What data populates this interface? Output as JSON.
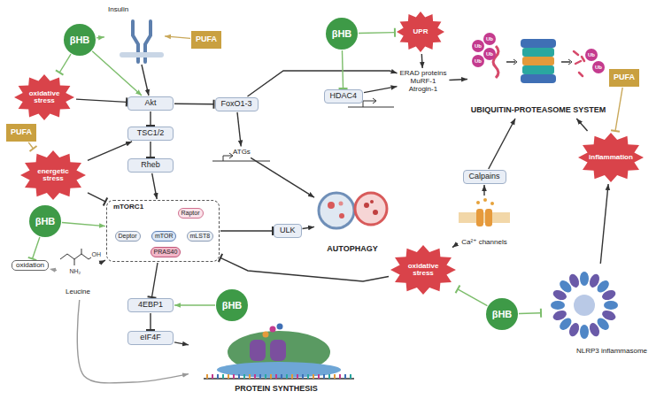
{
  "diagram": {
    "nodes": [
      {
        "text": [
          "βHB"
        ]
      },
      {
        "text": [
          "Insulin"
        ]
      },
      {
        "text": [
          "PUFA"
        ]
      },
      {
        "text": [
          "βHB"
        ]
      },
      {
        "text": [
          "UPR"
        ]
      },
      {
        "text": [
          "ERAD proteins",
          "MuRF-1",
          "Atrogin-1"
        ]
      },
      {
        "text": [
          "HDAC4"
        ]
      },
      {
        "text": [
          "oxidative stress"
        ]
      },
      {
        "text": [
          "Akt"
        ]
      },
      {
        "text": [
          "FoxO1-3"
        ]
      },
      {
        "text": [
          "UBIQUITIN-PROTEASOME SYSTEM"
        ]
      },
      {
        "text": [
          "PUFA"
        ]
      },
      {
        "text": [
          "TSC1/2"
        ]
      },
      {
        "text": [
          "PUFA"
        ]
      },
      {
        "text": [
          "inflammation"
        ]
      },
      {
        "text": [
          "ATGs"
        ]
      },
      {
        "text": [
          "energetic stress"
        ]
      },
      {
        "text": [
          "Rheb"
        ]
      },
      {
        "text": [
          "Calpains"
        ]
      },
      {
        "text": [
          "βHB"
        ]
      },
      {
        "text": [
          "mTORC1"
        ]
      },
      {
        "text": [
          "Raptor"
        ],
        "in": 20
      },
      {
        "text": [
          "Deptor"
        ],
        "in": 20
      },
      {
        "text": [
          "mTOR"
        ],
        "in": 20
      },
      {
        "text": [
          "mLST8"
        ],
        "in": 20
      },
      {
        "text": [
          "PRAS40"
        ],
        "in": 20
      },
      {
        "text": [
          "ULK"
        ]
      },
      {
        "text": [
          "AUTOPHAGY"
        ]
      },
      {
        "text": [
          "Ca²⁺ channels"
        ]
      },
      {
        "text": [
          "oxidative stress"
        ]
      },
      {
        "text": [
          "oxidation"
        ]
      },
      {
        "text": [
          "Leucine"
        ]
      },
      {
        "text": [
          "4EBP1"
        ]
      },
      {
        "text": [
          "βHB"
        ]
      },
      {
        "text": [
          "βHB"
        ]
      },
      {
        "text": [
          "NLRP3 inflammasome"
        ]
      },
      {
        "text": [
          "eIF4F"
        ]
      },
      {
        "text": [
          "PROTEIN SYNTHESIS"
        ]
      }
    ],
    "edges": [
      {
        "from": 0,
        "to": 1,
        "arrow": "to"
      },
      {
        "from": 2,
        "to": 1,
        "arrow": "to"
      },
      {
        "from": 0,
        "to": 8,
        "arrow": "to"
      },
      {
        "from": 0,
        "to": 7,
        "arrow": "to"
      },
      {
        "from": 1,
        "to": 8,
        "arrow": "to"
      },
      {
        "from": 7,
        "to": 8,
        "arrow": "to"
      },
      {
        "from": 8,
        "to": 9,
        "arrow": "to"
      },
      {
        "from": 8,
        "to": 12,
        "arrow": "to"
      },
      {
        "from": 12,
        "to": 17,
        "arrow": "to"
      },
      {
        "from": 17,
        "to": 20,
        "arrow": "to"
      },
      {
        "from": 13,
        "to": 16,
        "arrow": "to"
      },
      {
        "from": 16,
        "to": 12,
        "arrow": "to"
      },
      {
        "from": 16,
        "to": 20,
        "arrow": "to"
      },
      {
        "from": 19,
        "to": 20,
        "arrow": "to"
      },
      {
        "from": 19,
        "to": 30,
        "arrow": "to"
      },
      {
        "from": 31,
        "to": 30,
        "arrow": "to"
      },
      {
        "from": 31,
        "to": 20,
        "arrow": "to"
      },
      {
        "from": 31,
        "to": 37,
        "arrow": "to"
      },
      {
        "from": 20,
        "to": 32,
        "arrow": "to"
      },
      {
        "from": 32,
        "to": 36,
        "arrow": "to"
      },
      {
        "from": 36,
        "to": 37,
        "arrow": "to"
      },
      {
        "from": 33,
        "to": 32,
        "arrow": "to"
      },
      {
        "from": 20,
        "to": 26,
        "arrow": "to"
      },
      {
        "from": 26,
        "to": 27,
        "arrow": "to"
      },
      {
        "from": 9,
        "to": 15,
        "arrow": "to"
      },
      {
        "from": 15,
        "to": 27,
        "arrow": "to"
      },
      {
        "from": 9,
        "to": 5,
        "arrow": "to"
      },
      {
        "from": 3,
        "to": 6,
        "arrow": "to"
      },
      {
        "from": 3,
        "to": 4,
        "arrow": "to"
      },
      {
        "from": 6,
        "to": 5,
        "arrow": "to"
      },
      {
        "from": 4,
        "to": 5,
        "arrow": "to"
      },
      {
        "from": 5,
        "to": 10,
        "arrow": "to"
      },
      {
        "from": 11,
        "to": 14,
        "arrow": "to"
      },
      {
        "from": 14,
        "to": 10,
        "arrow": "to"
      },
      {
        "from": 35,
        "to": 14,
        "arrow": "to"
      },
      {
        "from": 18,
        "to": 10,
        "arrow": "to"
      },
      {
        "from": 28,
        "to": 18,
        "arrow": "to"
      },
      {
        "from": 29,
        "to": 28,
        "arrow": "to"
      },
      {
        "from": 29,
        "to": 20,
        "arrow": "to"
      },
      {
        "from": 34,
        "to": 29,
        "arrow": "to"
      },
      {
        "from": 34,
        "to": 35,
        "arrow": "to"
      }
    ],
    "labels": [
      "Ub",
      "Ub",
      "Ub",
      "Ub",
      "Ub",
      "Ub",
      "OH",
      "NH₂"
    ]
  }
}
